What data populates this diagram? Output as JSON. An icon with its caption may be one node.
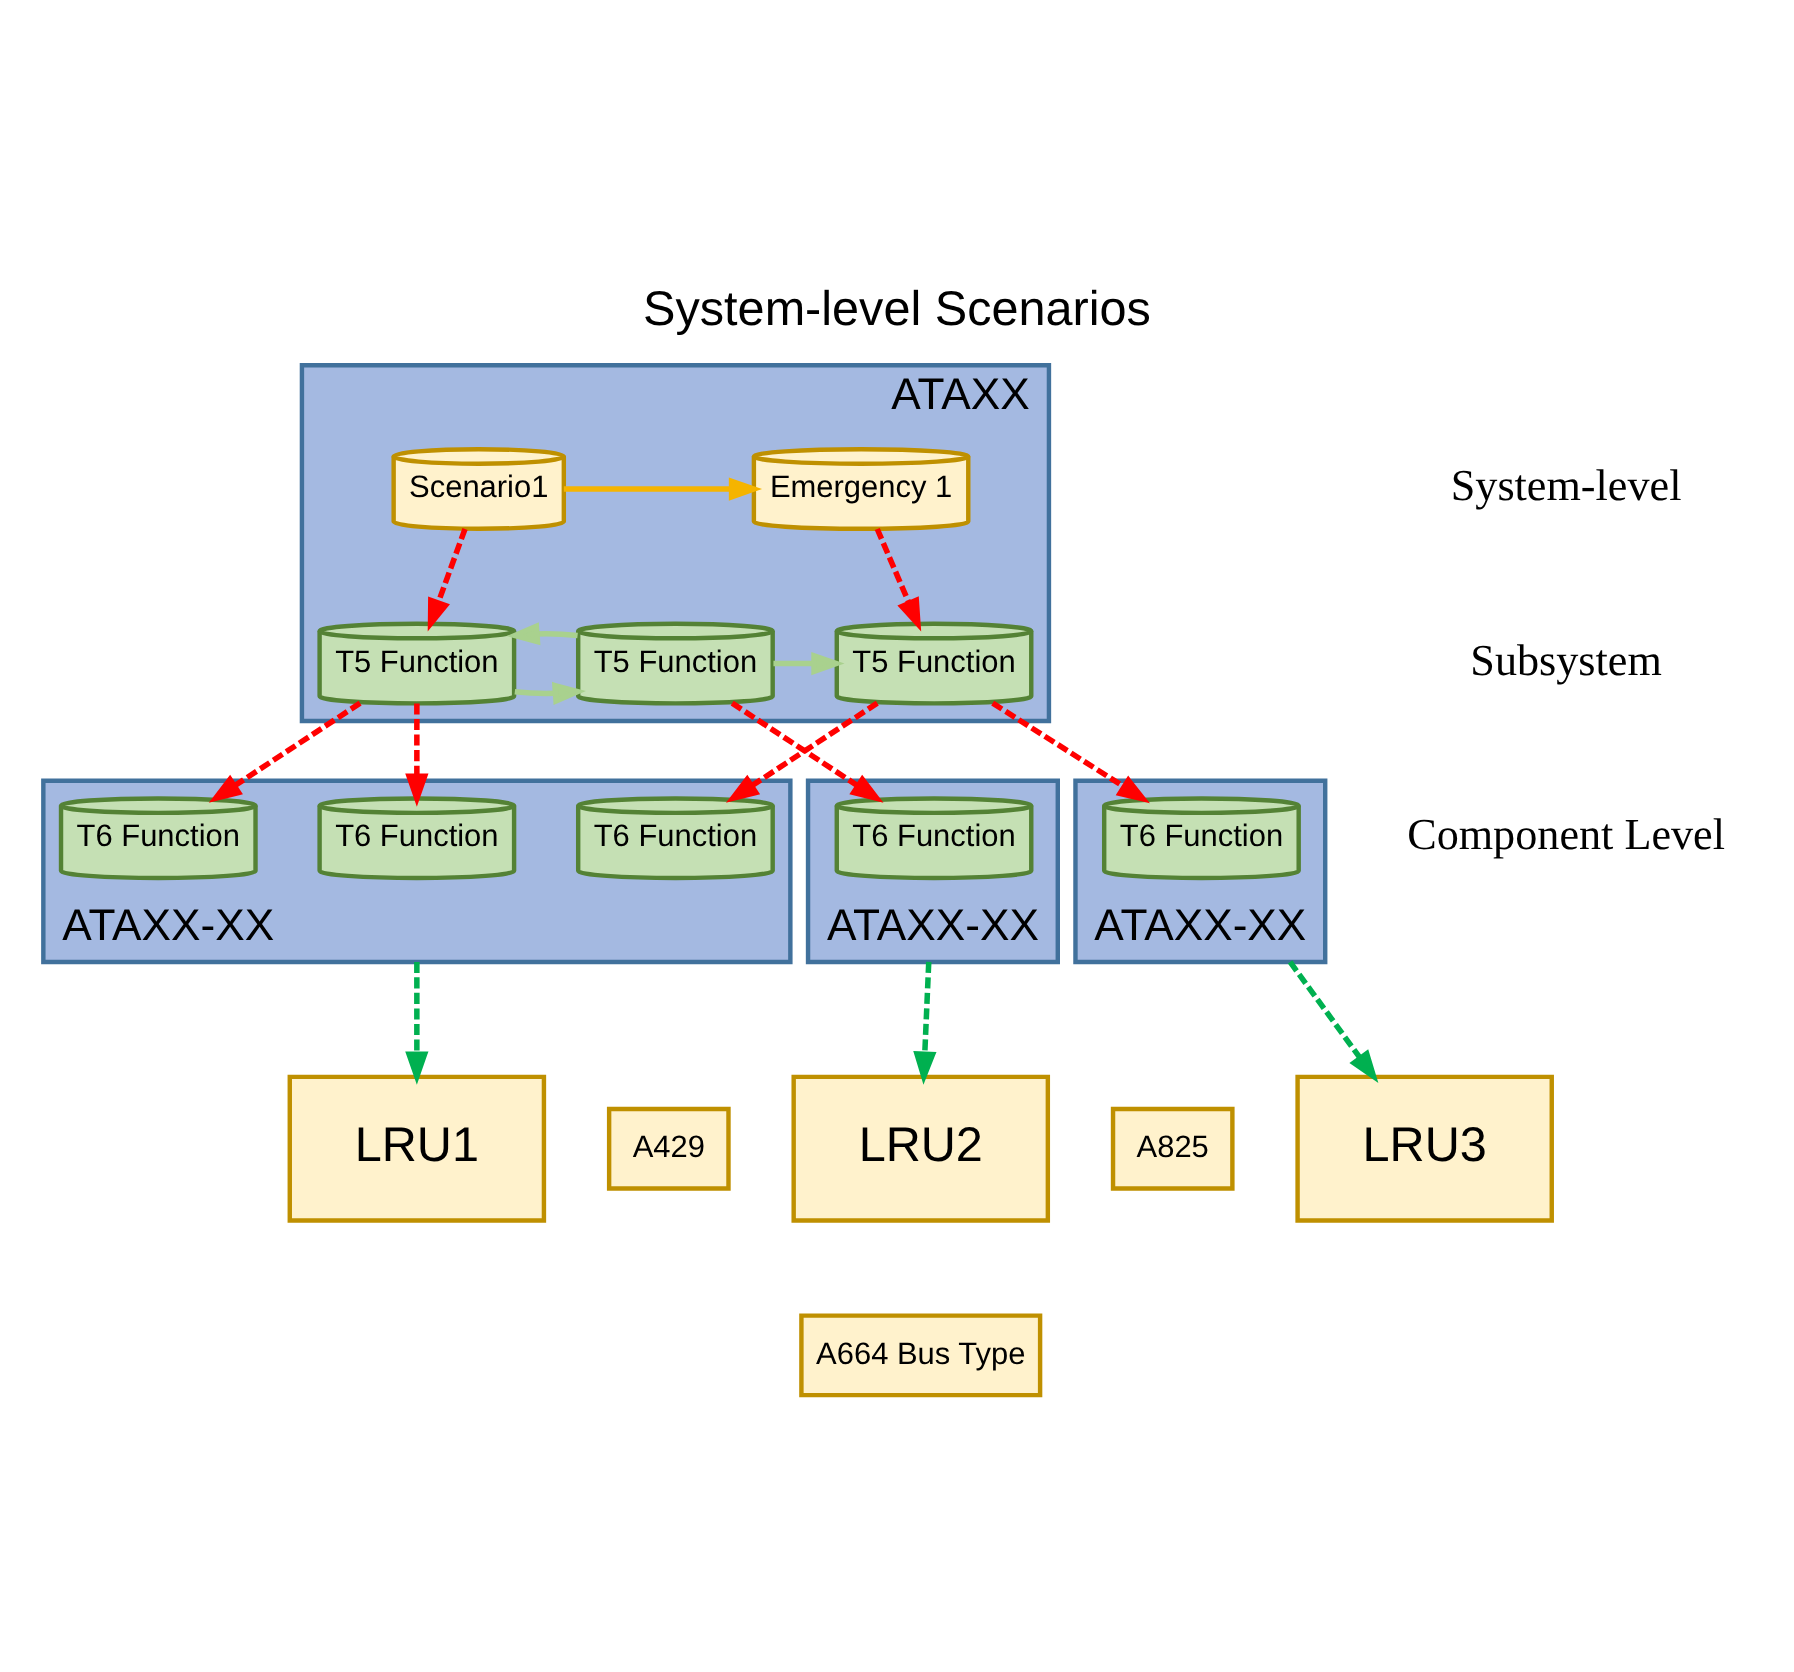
{
  "diagram": {
    "title": "System-level Scenarios",
    "nodes": [
      {
        "text": [
          "ATAXX"
        ]
      },
      {
        "text": [
          "Scenario1"
        ],
        "in": 0
      },
      {
        "text": [
          "Emergency 1"
        ],
        "in": 0
      },
      {
        "text": [
          "T5 Function"
        ],
        "in": 0
      },
      {
        "text": [
          "T5 Function"
        ],
        "in": 0
      },
      {
        "text": [
          "T5 Function"
        ],
        "in": 0
      },
      {
        "text": [
          "ATAXX-XX"
        ]
      },
      {
        "text": [
          "T6 Function"
        ],
        "in": 6
      },
      {
        "text": [
          "T6 Function"
        ],
        "in": 6
      },
      {
        "text": [
          "T6 Function"
        ],
        "in": 6
      },
      {
        "text": [
          "ATAXX-XX"
        ]
      },
      {
        "text": [
          "T6 Function"
        ],
        "in": 10
      },
      {
        "text": [
          "ATAXX-XX"
        ]
      },
      {
        "text": [
          "T6 Function"
        ],
        "in": 12
      },
      {
        "text": [
          "LRU1"
        ]
      },
      {
        "text": [
          "A429"
        ]
      },
      {
        "text": [
          "LRU2"
        ]
      },
      {
        "text": [
          "A825"
        ]
      },
      {
        "text": [
          "LRU3"
        ]
      },
      {
        "text": [
          "A664 Bus Type"
        ]
      }
    ],
    "edges": [
      {
        "from": 1,
        "to": 2,
        "arrow": "to",
        "color": "#f5b400"
      },
      {
        "from": 1,
        "to": 3,
        "arrow": "to",
        "style": "dashed"
      },
      {
        "from": 2,
        "to": 5,
        "arrow": "to",
        "style": "dashed"
      },
      {
        "from": 3,
        "to": 4,
        "arrow": "to",
        "color": "#a9d18e"
      },
      {
        "from": 4,
        "to": 3,
        "arrow": "to",
        "color": "#a9d18e"
      },
      {
        "from": 4,
        "to": 5,
        "arrow": "to",
        "color": "#a9d18e"
      },
      {
        "from": 3,
        "to": 8,
        "arrow": "to",
        "style": "dashed"
      },
      {
        "from": 3,
        "to": 7,
        "arrow": "to",
        "style": "dashed"
      },
      {
        "from": 4,
        "to": 11,
        "arrow": "to",
        "style": "dashed"
      },
      {
        "from": 5,
        "to": 9,
        "arrow": "to",
        "style": "dashed"
      },
      {
        "from": 5,
        "to": 13,
        "arrow": "to",
        "style": "dashed"
      },
      {
        "from": 6,
        "to": 14,
        "arrow": "to",
        "style": "dashed",
        "color": "#00b050"
      },
      {
        "from": 10,
        "to": 16,
        "arrow": "to",
        "style": "dashed",
        "color": "#00b050"
      },
      {
        "from": 12,
        "to": 18,
        "arrow": "to",
        "style": "dashed",
        "color": "#00b050"
      }
    ],
    "labels": [
      "System-level",
      "Subsystem",
      "Component Level"
    ]
  }
}
